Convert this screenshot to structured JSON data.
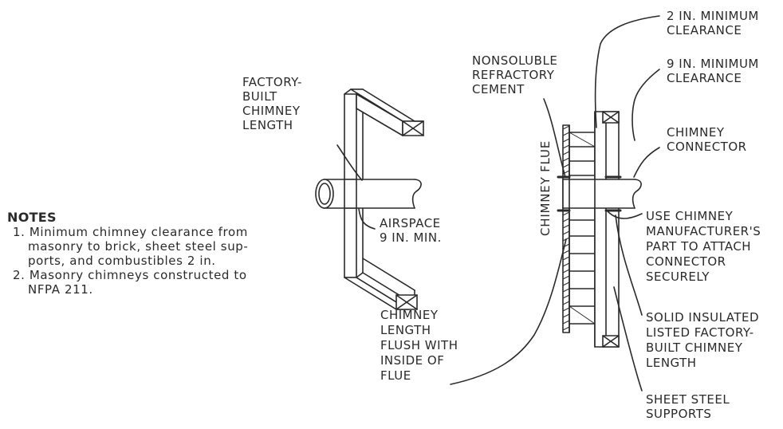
{
  "labels": {
    "factory_built": [
      "FACTORY-",
      "BUILT",
      "CHIMNEY",
      "LENGTH"
    ],
    "airspace": [
      "AIRSPACE",
      "9 IN. MIN."
    ],
    "chimney_length_flush": [
      "CHIMNEY",
      "LENGTH",
      "FLUSH WITH",
      "INSIDE OF",
      "FLUE"
    ],
    "nonsoluble_cement": [
      "NONSOLUBLE",
      "REFRACTORY",
      "CEMENT"
    ],
    "clearance_2in": [
      "2 IN. MINIMUM",
      "CLEARANCE"
    ],
    "clearance_9in": [
      "9 IN. MINIMUM",
      "CLEARANCE"
    ],
    "chimney_connector": [
      "CHIMNEY",
      "CONNECTOR"
    ],
    "use_chimney_part": [
      "USE CHIMNEY",
      "MANUFACTURER'S",
      "PART TO ATTACH",
      "CONNECTOR",
      "SECURELY"
    ],
    "solid_insulated": [
      "SOLID INSULATED",
      "LISTED FACTORY-",
      "BUILT CHIMNEY",
      "LENGTH"
    ],
    "sheet_steel": [
      "SHEET STEEL",
      "SUPPORTS"
    ],
    "chimney_flue": "CHIMNEY FLUE"
  },
  "notes": {
    "heading": "NOTES",
    "items": [
      [
        "1. Minimum chimney clearance from",
        "masonry to brick, sheet steel sup-",
        "ports, and combustibles 2 in."
      ],
      [
        "2. Masonry chimneys constructed to",
        "NFPA 211."
      ]
    ]
  }
}
